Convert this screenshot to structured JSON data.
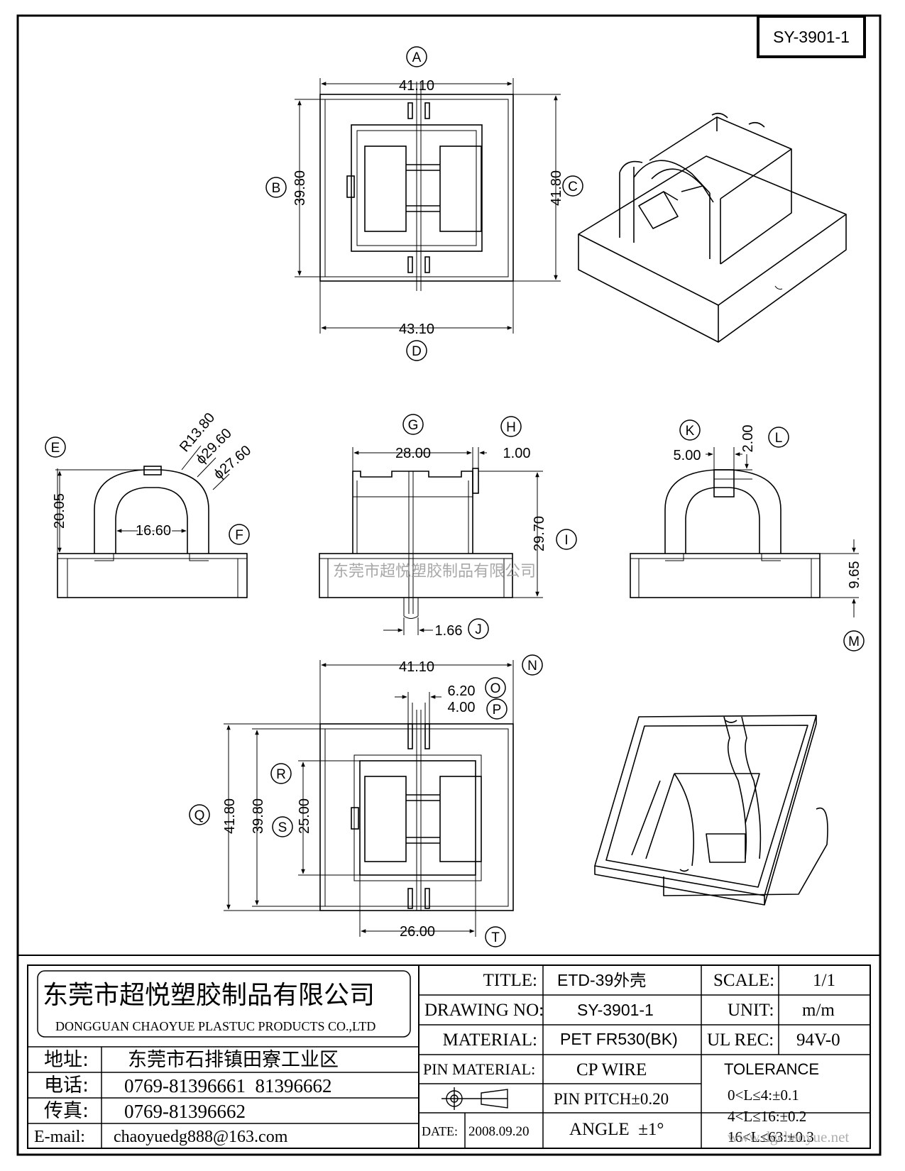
{
  "drawing_number": "SY-3901-1",
  "labels": {
    "A": "A",
    "B": "B",
    "C": "C",
    "D": "D",
    "E": "E",
    "F": "F",
    "G": "G",
    "H": "H",
    "I": "I",
    "J": "J",
    "K": "K",
    "L": "L",
    "M": "M",
    "N": "N",
    "O": "O",
    "P": "P",
    "Q": "Q",
    "R": "R",
    "S": "S",
    "T": "T"
  },
  "dims": {
    "A": "41.10",
    "B": "39.80",
    "C": "41.80",
    "D": "43.10",
    "E": "20.05",
    "F": "16.60",
    "R": "R13.80",
    "phi1": "ϕ29.60",
    "phi2": "ϕ27.60",
    "G": "28.00",
    "H": "1.00",
    "I": "29.70",
    "J": "1.66",
    "K": "5.00",
    "L": "2.00",
    "M": "9.65",
    "N": "41.10",
    "O": "6.20",
    "P": "4.00",
    "Q": "41.80",
    "B2": "39.80",
    "R2": "25.00",
    "T": "26.00"
  },
  "watermark": "东莞市超悦塑胶制品有限公司",
  "watermark2": "www.dgchaoyue.net",
  "company": {
    "name_cn": "东莞市超悦塑胶制品有限公司",
    "name_en": "DONGGUAN CHAOYUE PLASTUC PRODUCTS CO.,LTD",
    "address_label": "地址:",
    "address": "东莞市石排镇田寮工业区",
    "phone_label": "电话:",
    "phone": "0769-81396661  81396662",
    "fax_label": "传真:",
    "fax": "0769-81396662",
    "email_label": "E-mail:",
    "email": "chaoyuedg888@163.com"
  },
  "title_block": {
    "title_label": "TITLE:",
    "title": "ETD-39外壳",
    "scale_label": "SCALE:",
    "scale": "1/1",
    "drawing_no_label": "DRAWING NO:",
    "drawing_no": "SY-3901-1",
    "unit_label": "UNIT:",
    "unit": "m/m",
    "material_label": "MATERIAL:",
    "material": "PET FR530(BK)",
    "ul_label": "UL REC:",
    "ul": "94V-0",
    "pin_material_label": "PIN MATERIAL:",
    "pin_material": "CP WIRE",
    "tolerance_label": "TOLERANCE",
    "pin_pitch": "PIN PITCH±0.20",
    "date_label": "DATE:",
    "date": "2008.09.20",
    "angle": "ANGLE  ±1°",
    "tol1": "0<L≤4:±0.1",
    "tol2": "4<L≤16:±0.2",
    "tol3": "16<L≤63:±0.3"
  }
}
